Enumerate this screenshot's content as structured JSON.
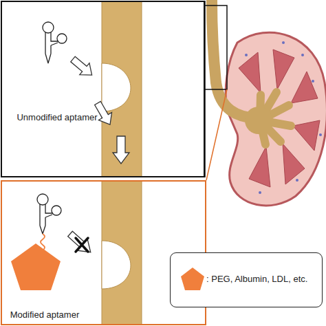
{
  "diagram": {
    "nodes": [
      {
        "text": [
          "Unmodified aptamer"
        ]
      },
      {
        "text": [
          "Modified aptamer"
        ]
      }
    ],
    "legend": [
      {
        "text": ": PEG, Albumin, LDL, etc."
      }
    ]
  }
}
